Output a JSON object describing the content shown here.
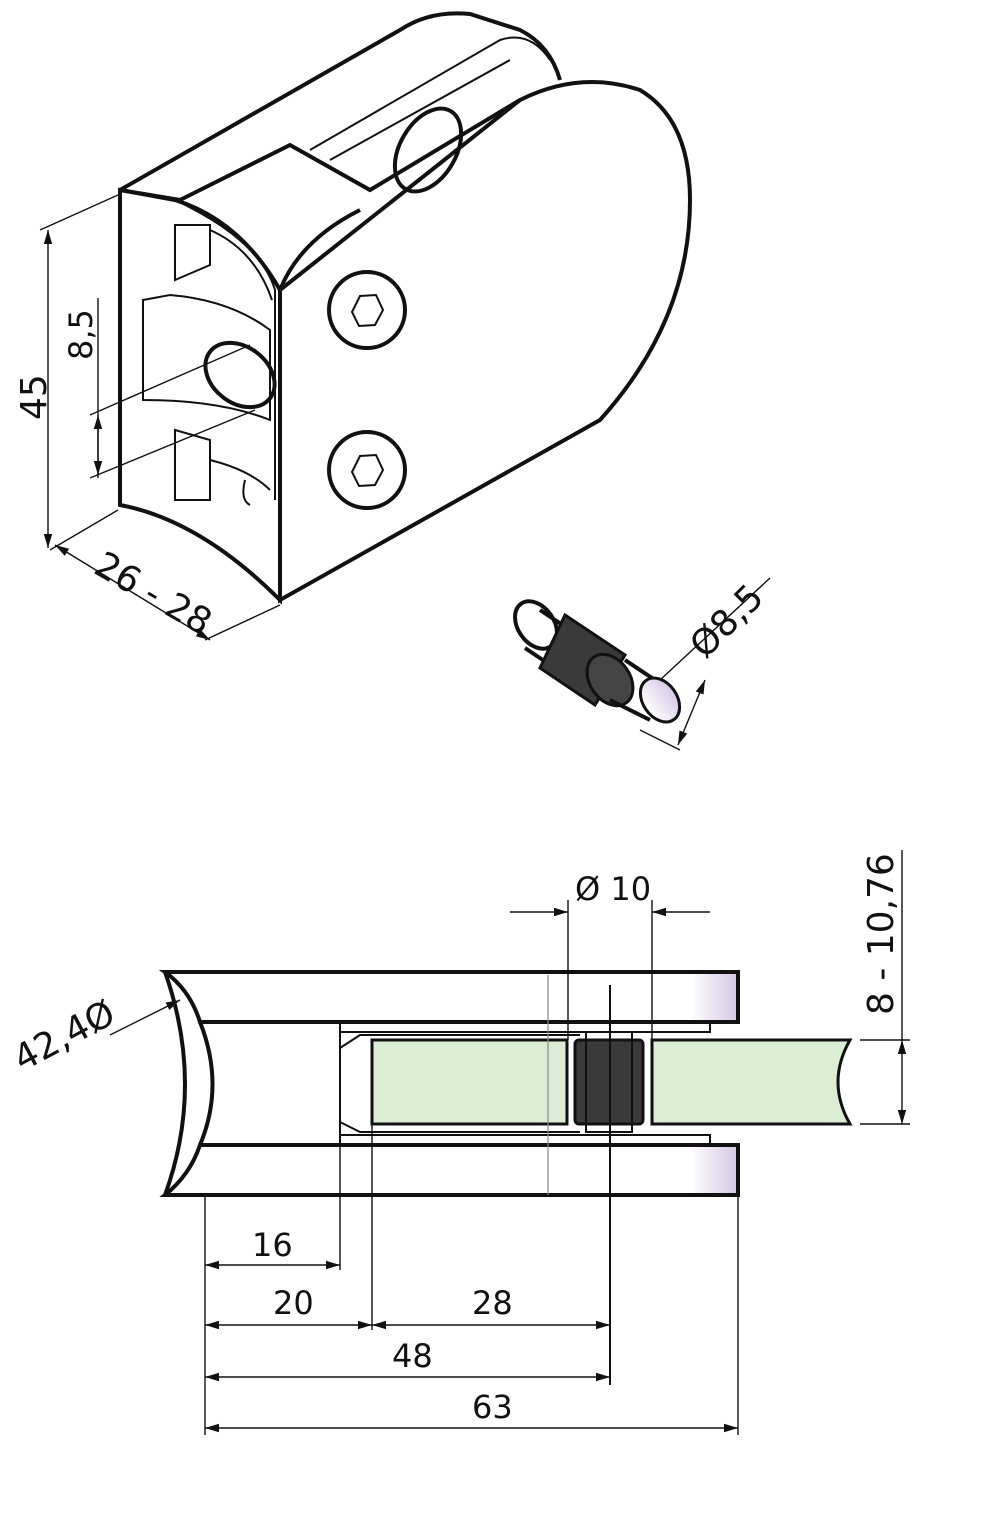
{
  "colors": {
    "glass": "#dcedd6",
    "gasket": "#3a3a3a",
    "highlight": "#e9dff0",
    "stroke": "#111111"
  },
  "iso_view": {
    "height_label": "45",
    "slot_label": "8,5",
    "depth_label": "26 - 28",
    "pin_label": "Ø8,5"
  },
  "section_view": {
    "pipe_label": "42,4Ø",
    "pin_dia_label": "Ø 10",
    "glass_label": "8 - 10,76",
    "dims": [
      "16",
      "20",
      "28",
      "48",
      "63"
    ]
  }
}
